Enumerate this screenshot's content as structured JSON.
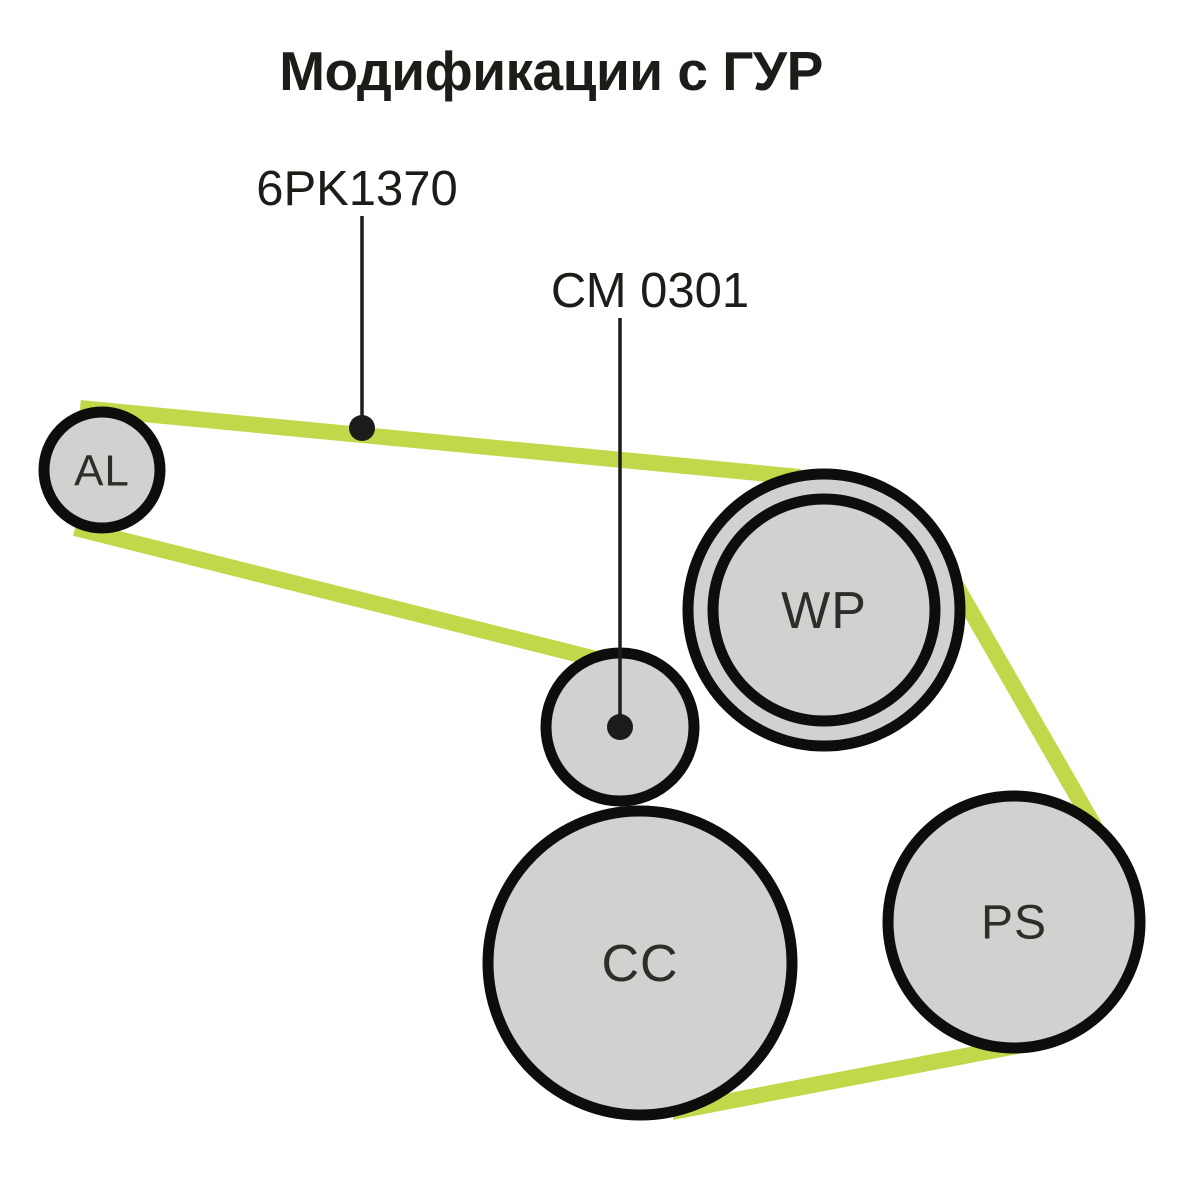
{
  "title": "Модификации с ГУР",
  "labels": {
    "belt_part": "6PK1370",
    "tensioner_part": "СМ 0301"
  },
  "pulleys": [
    {
      "id": "al",
      "label": "AL"
    },
    {
      "id": "wp",
      "label": "WP"
    },
    {
      "id": "cc",
      "label": "CC"
    },
    {
      "id": "ps",
      "label": "PS"
    }
  ],
  "colors": {
    "belt": "#c3d74a",
    "pulley-fill": "#d2d1cf",
    "outline": "#0d0d0b",
    "label-text": "#2e2d2a",
    "title-text": "#1d1c19",
    "leader": "#1d1c1a"
  }
}
